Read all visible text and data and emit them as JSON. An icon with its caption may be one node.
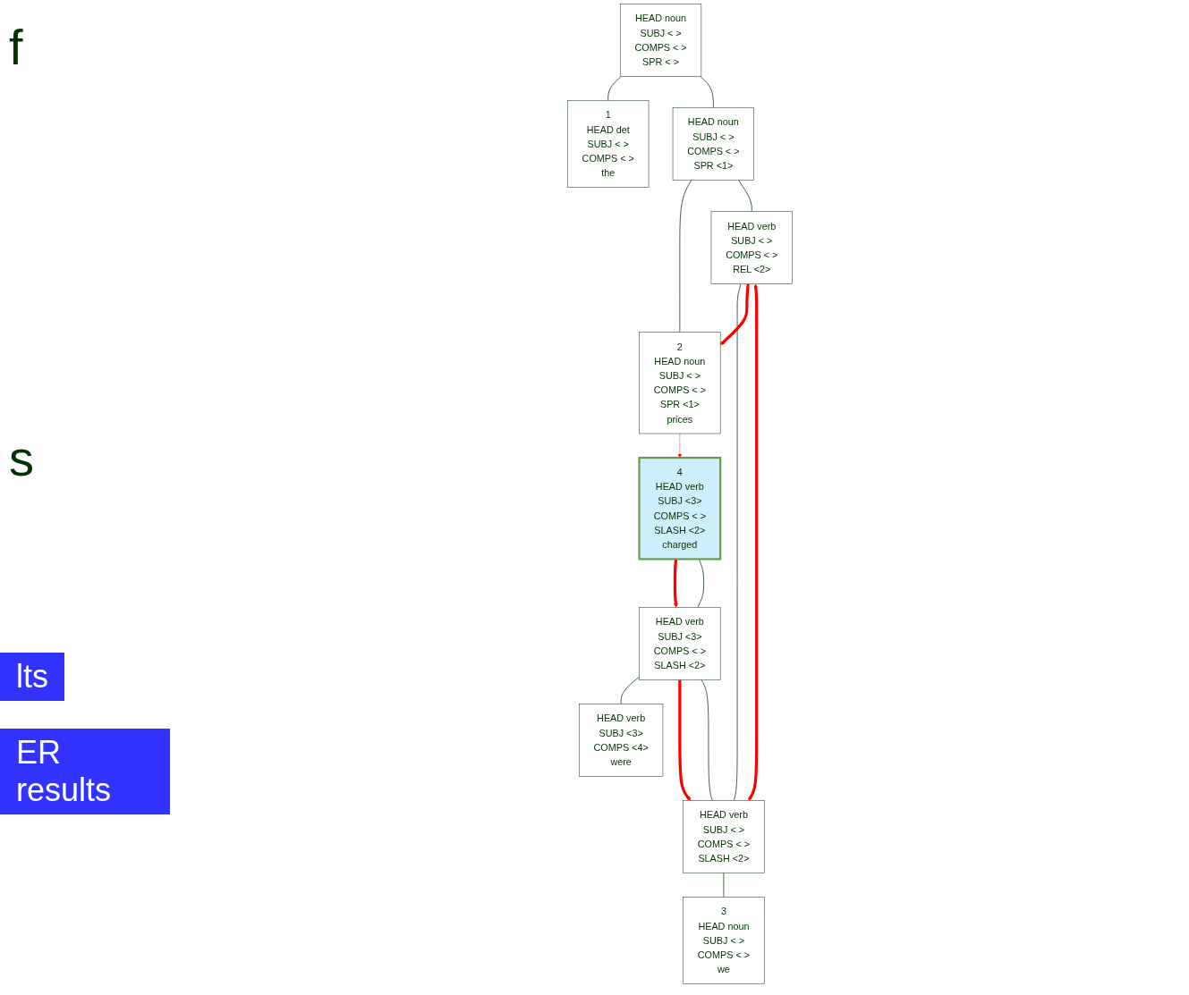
{
  "diagram": {
    "nodes": [
      {
        "text": [
          "HEAD noun",
          "SUBJ < >",
          "COMPS < >",
          "SPR < >"
        ]
      },
      {
        "text": [
          "1",
          "HEAD det",
          "SUBJ < >",
          "COMPS < >",
          "the"
        ]
      },
      {
        "text": [
          "HEAD noun",
          "SUBJ < >",
          "COMPS < >",
          "SPR <1>"
        ]
      },
      {
        "text": [
          "2",
          "HEAD noun",
          "SUBJ < >",
          "COMPS < >",
          "SPR <1>",
          "prices"
        ]
      },
      {
        "text": [
          "HEAD verb",
          "SUBJ < >",
          "COMPS < >",
          "REL <2>"
        ]
      },
      {
        "text": [
          "HEAD verb",
          "SUBJ < >",
          "COMPS < >",
          "SLASH <2>"
        ]
      },
      {
        "text": [
          "3",
          "HEAD noun",
          "SUBJ < >",
          "COMPS < >",
          "we"
        ]
      },
      {
        "text": [
          "HEAD verb",
          "SUBJ <3>",
          "COMPS < >",
          "SLASH <2>"
        ]
      },
      {
        "text": [
          "HEAD verb",
          "SUBJ <3>",
          "COMPS <4>",
          "were"
        ]
      },
      {
        "text": [
          "4",
          "HEAD verb",
          "SUBJ <3>",
          "COMPS < >",
          "SLASH <2>",
          "charged"
        ]
      }
    ],
    "edges": [
      {
        "from": 0,
        "to": 1,
        "arrow": "none"
      },
      {
        "from": 0,
        "to": 2,
        "arrow": "none"
      },
      {
        "from": 2,
        "to": 3,
        "arrow": "none"
      },
      {
        "from": 2,
        "to": 4,
        "arrow": "none"
      },
      {
        "from": 4,
        "to": 5,
        "arrow": "none"
      },
      {
        "from": 5,
        "to": 6,
        "arrow": "none"
      },
      {
        "from": 5,
        "to": 7,
        "arrow": "none"
      },
      {
        "from": 7,
        "to": 8,
        "arrow": "none"
      },
      {
        "from": 7,
        "to": 9,
        "arrow": "none"
      },
      {
        "from": 4,
        "to": 3,
        "arrow": "to",
        "style": "thick",
        "color": "#ff0000"
      },
      {
        "from": 4,
        "to": 5,
        "arrow": "both",
        "style": "thick",
        "color": "#ff0000"
      },
      {
        "from": 7,
        "to": 5,
        "arrow": "to",
        "style": "thick",
        "color": "#ff0000"
      },
      {
        "from": 9,
        "to": 7,
        "arrow": "to",
        "style": "thick",
        "color": "#ff0000"
      },
      {
        "from": 3,
        "to": 9,
        "arrow": "to",
        "style": "dashed",
        "color": "#ff0000"
      }
    ],
    "labels": [
      "f",
      "s",
      "lts",
      "ER results"
    ]
  }
}
